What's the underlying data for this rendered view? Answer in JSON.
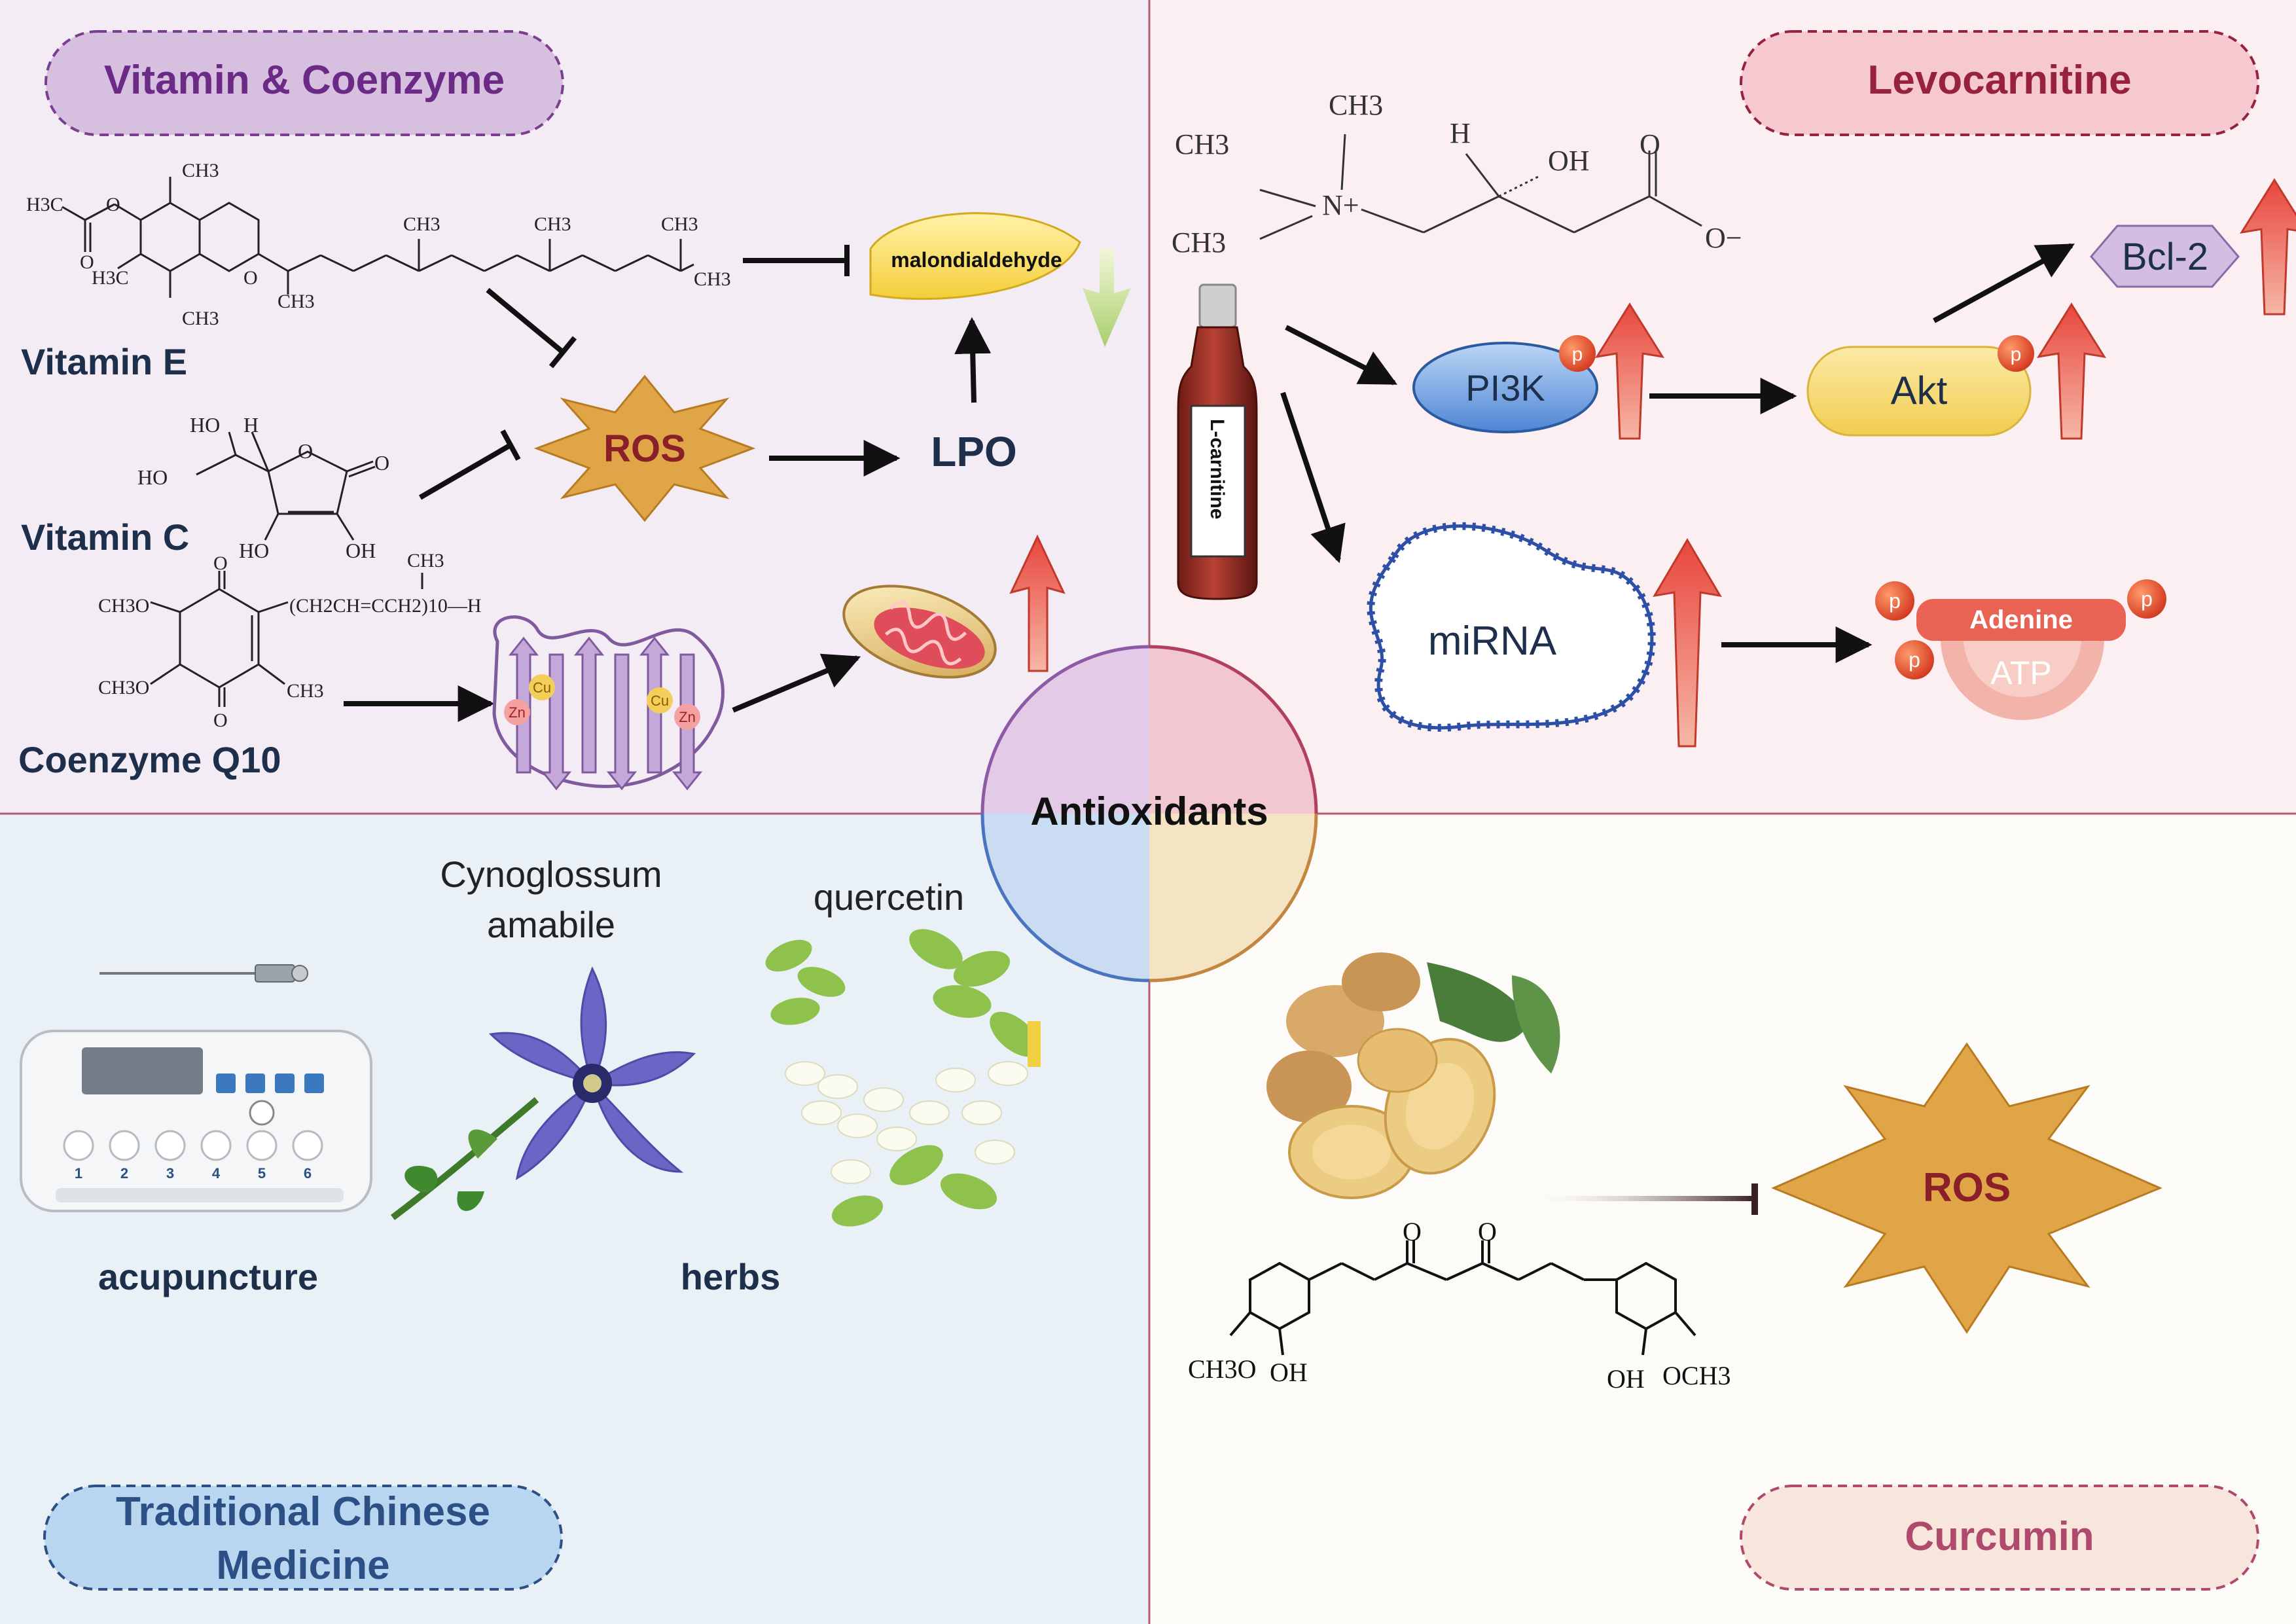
{
  "center": {
    "label": "Antioxidants"
  },
  "quadrants": {
    "vitamin_coenzyme": {
      "title": "Vitamin & Coenzyme",
      "compounds": {
        "vitamin_e": "Vitamin E",
        "vitamin_c": "Vitamin C",
        "coq10": "Coenzyme Q10"
      },
      "nodes": {
        "ros": "ROS",
        "lpo": "LPO",
        "mda": "malondialdehyde",
        "cu": "Cu",
        "zn": "Zn"
      },
      "formula_labels": {
        "h3c": "H3C",
        "o": "O",
        "ch3": "CH3",
        "ho": "HO",
        "oh": "OH",
        "h": "H",
        "ch3o": "CH3O",
        "chain": "(CH2CH=CCH2)10—H"
      }
    },
    "levocarnitine": {
      "title": "Levocarnitine",
      "bottle_label": "L-carnitine",
      "nodes": {
        "pi3k": "PI3K",
        "akt": "Akt",
        "bcl2": "Bcl-2",
        "mirna": "miRNA",
        "adenine": "Adenine",
        "atp": "ATP",
        "p": "p"
      },
      "formula_labels": {
        "ch3": "CH3",
        "n": "N+",
        "h": "H",
        "oh": "OH",
        "o": "O",
        "o_minus": "O−"
      }
    },
    "tcm": {
      "title": "Traditional Chinese Medicine",
      "title_line1": "Traditional Chinese",
      "title_line2": "Medicine",
      "labels": {
        "acupuncture": "acupuncture",
        "herbs": "herbs",
        "cynoglossum_line1": "Cynoglossum",
        "cynoglossum_line2": "amabile",
        "quercetin": "quercetin"
      },
      "device_buttons": [
        "1",
        "2",
        "3",
        "4",
        "5",
        "6"
      ]
    },
    "curcumin": {
      "title": "Curcumin",
      "nodes": {
        "ros": "ROS"
      },
      "formula_labels": {
        "ch3o": "CH3O",
        "oh": "OH",
        "o": "O",
        "och3": "OCH3"
      }
    }
  },
  "colors": {
    "vitamin_bg": "#f3ecf4",
    "levocarnitine_bg": "#fbeff2",
    "tcm_bg": "#e9f0f6",
    "curcumin_bg": "#fdfbf8",
    "purple_title": "#6a2a86",
    "red_title": "#96223f",
    "blue_title": "#2c4f86",
    "rose_title": "#b04a6c",
    "dark_navy": "#1d2f4a",
    "ros_fill": "#e0a547",
    "up_arrow": "#e66a5e"
  },
  "icons": [
    "up-arrow-icon",
    "down-arrow-icon",
    "inhibit-icon",
    "activation-arrow-icon",
    "mitochondrion-icon",
    "protein-sheet-icon",
    "bottle-icon",
    "needle-icon",
    "acupuncture-device-icon",
    "flower-icon",
    "leaf-cluster-icon",
    "ginger-root-icon"
  ]
}
